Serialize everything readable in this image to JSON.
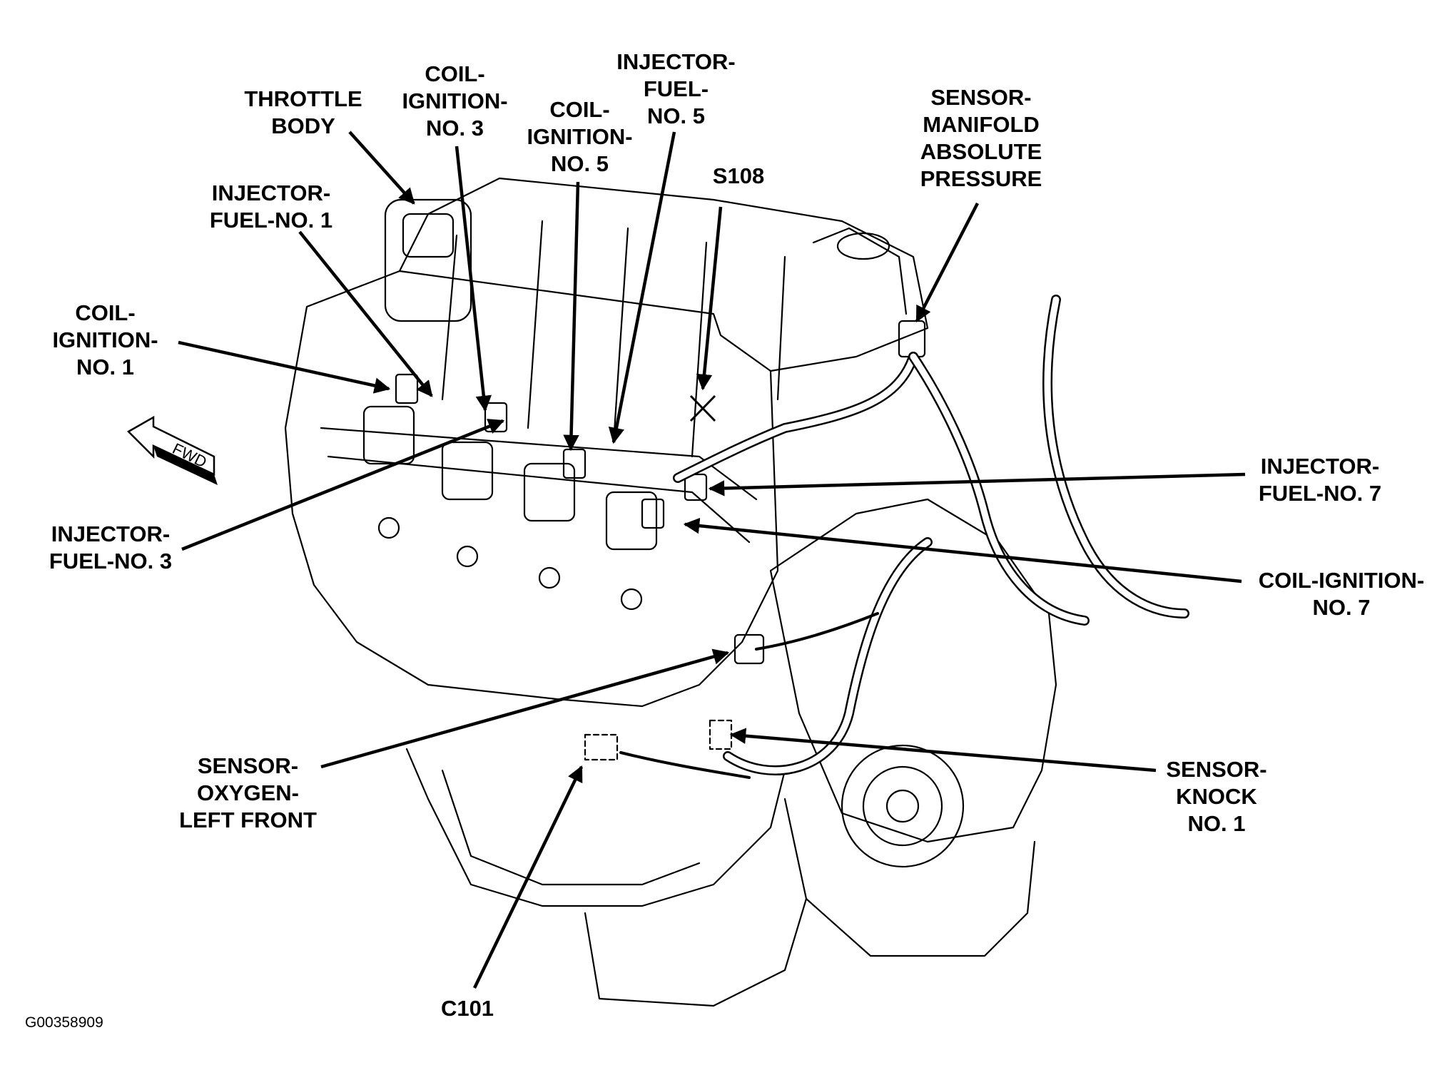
{
  "callouts": {
    "throttle_body": [
      "THROTTLE",
      "BODY"
    ],
    "coil_ignition_no3": [
      "COIL-",
      "IGNITION-",
      "NO. 3"
    ],
    "coil_ignition_no5": [
      "COIL-",
      "IGNITION-",
      "NO. 5"
    ],
    "injector_fuel_no5": [
      "INJECTOR-",
      "FUEL-",
      "NO. 5"
    ],
    "s108": [
      "S108"
    ],
    "sensor_map": [
      "SENSOR-",
      "MANIFOLD",
      "ABSOLUTE",
      "PRESSURE"
    ],
    "injector_fuel_no1": [
      "INJECTOR-",
      "FUEL-NO. 1"
    ],
    "coil_ignition_no1": [
      "COIL-",
      "IGNITION-",
      "NO. 1"
    ],
    "injector_fuel_no3": [
      "INJECTOR-",
      "FUEL-NO. 3"
    ],
    "injector_fuel_no7": [
      "INJECTOR-",
      "FUEL-NO. 7"
    ],
    "coil_ignition_no7": [
      "COIL-IGNITION-",
      "NO. 7"
    ],
    "sensor_oxygen_left_front": [
      "SENSOR-",
      "OXYGEN-",
      "LEFT FRONT"
    ],
    "sensor_knock_no1": [
      "SENSOR-",
      "KNOCK",
      "NO. 1"
    ],
    "c101": [
      "C101"
    ]
  },
  "direction_marker": "FWD",
  "figure_id": "G00358909"
}
